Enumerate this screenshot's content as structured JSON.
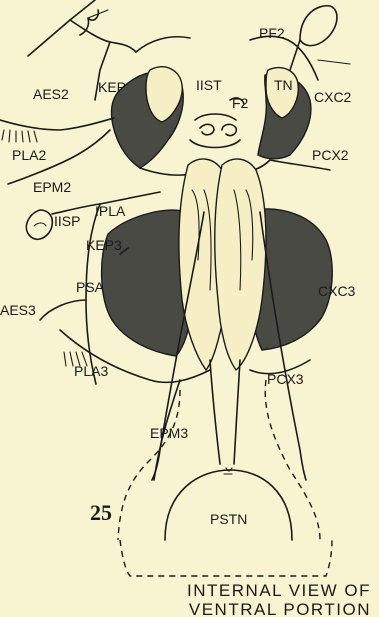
{
  "figure_number": "25",
  "caption": [
    "INTERNAL VIEW OF",
    "VENTRAL PORTION"
  ],
  "labels": {
    "pf2": "PF2",
    "aes2": "AES2",
    "kep": "KEP",
    "ist": "IIST",
    "tn": "TN",
    "cxc2": "CXC2",
    "f2": "F2",
    "pcx2": "PCX2",
    "pla2": "PLA2",
    "epm2": "EPM2",
    "iisp": "IISP",
    "ipla": "IPLA",
    "kep3": "KEP3",
    "psa": "PSA",
    "cxc3": "CXC3",
    "aes3": "AES3",
    "pla3": "PLA3",
    "pcx3": "PCX3",
    "epm3": "EPM3",
    "pstn": "PSTN"
  }
}
